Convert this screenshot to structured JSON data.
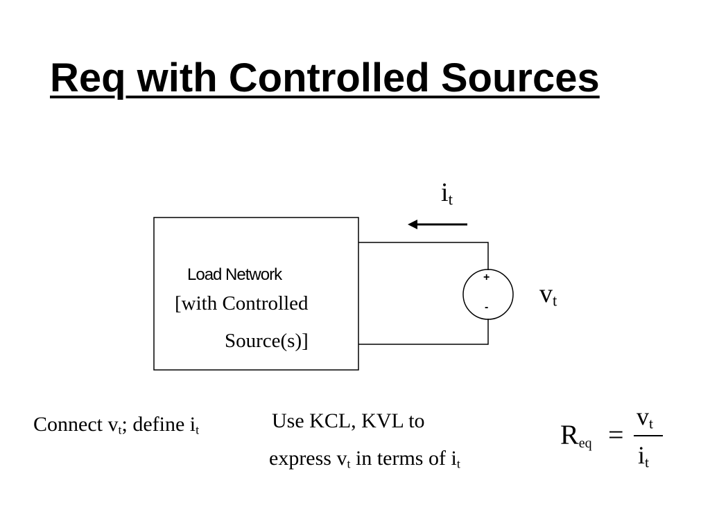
{
  "title": "Req with Controlled Sources",
  "diagram": {
    "current_label": {
      "main": "i",
      "sub": "t"
    },
    "voltage_label": {
      "main": "v",
      "sub": "t"
    },
    "source_plus": "+",
    "source_minus": "-",
    "load_box": {
      "line1": "Load Network",
      "line2": "[with Controlled",
      "line3": "Source(s)]"
    }
  },
  "steps": {
    "connect": {
      "prefix": "Connect v",
      "sub1": "t",
      "middle": "; define i",
      "sub2": "t"
    },
    "kcl_line1": "Use KCL, KVL to",
    "kcl_line2": {
      "prefix": "express v",
      "sub1": "t",
      "middle": " in terms of i",
      "sub2": "t"
    }
  },
  "equation": {
    "lhs_main": "R",
    "lhs_sub": "eq",
    "equals": "=",
    "numerator_main": "v",
    "numerator_sub": "t",
    "denominator_main": "i",
    "denominator_sub": "t"
  }
}
